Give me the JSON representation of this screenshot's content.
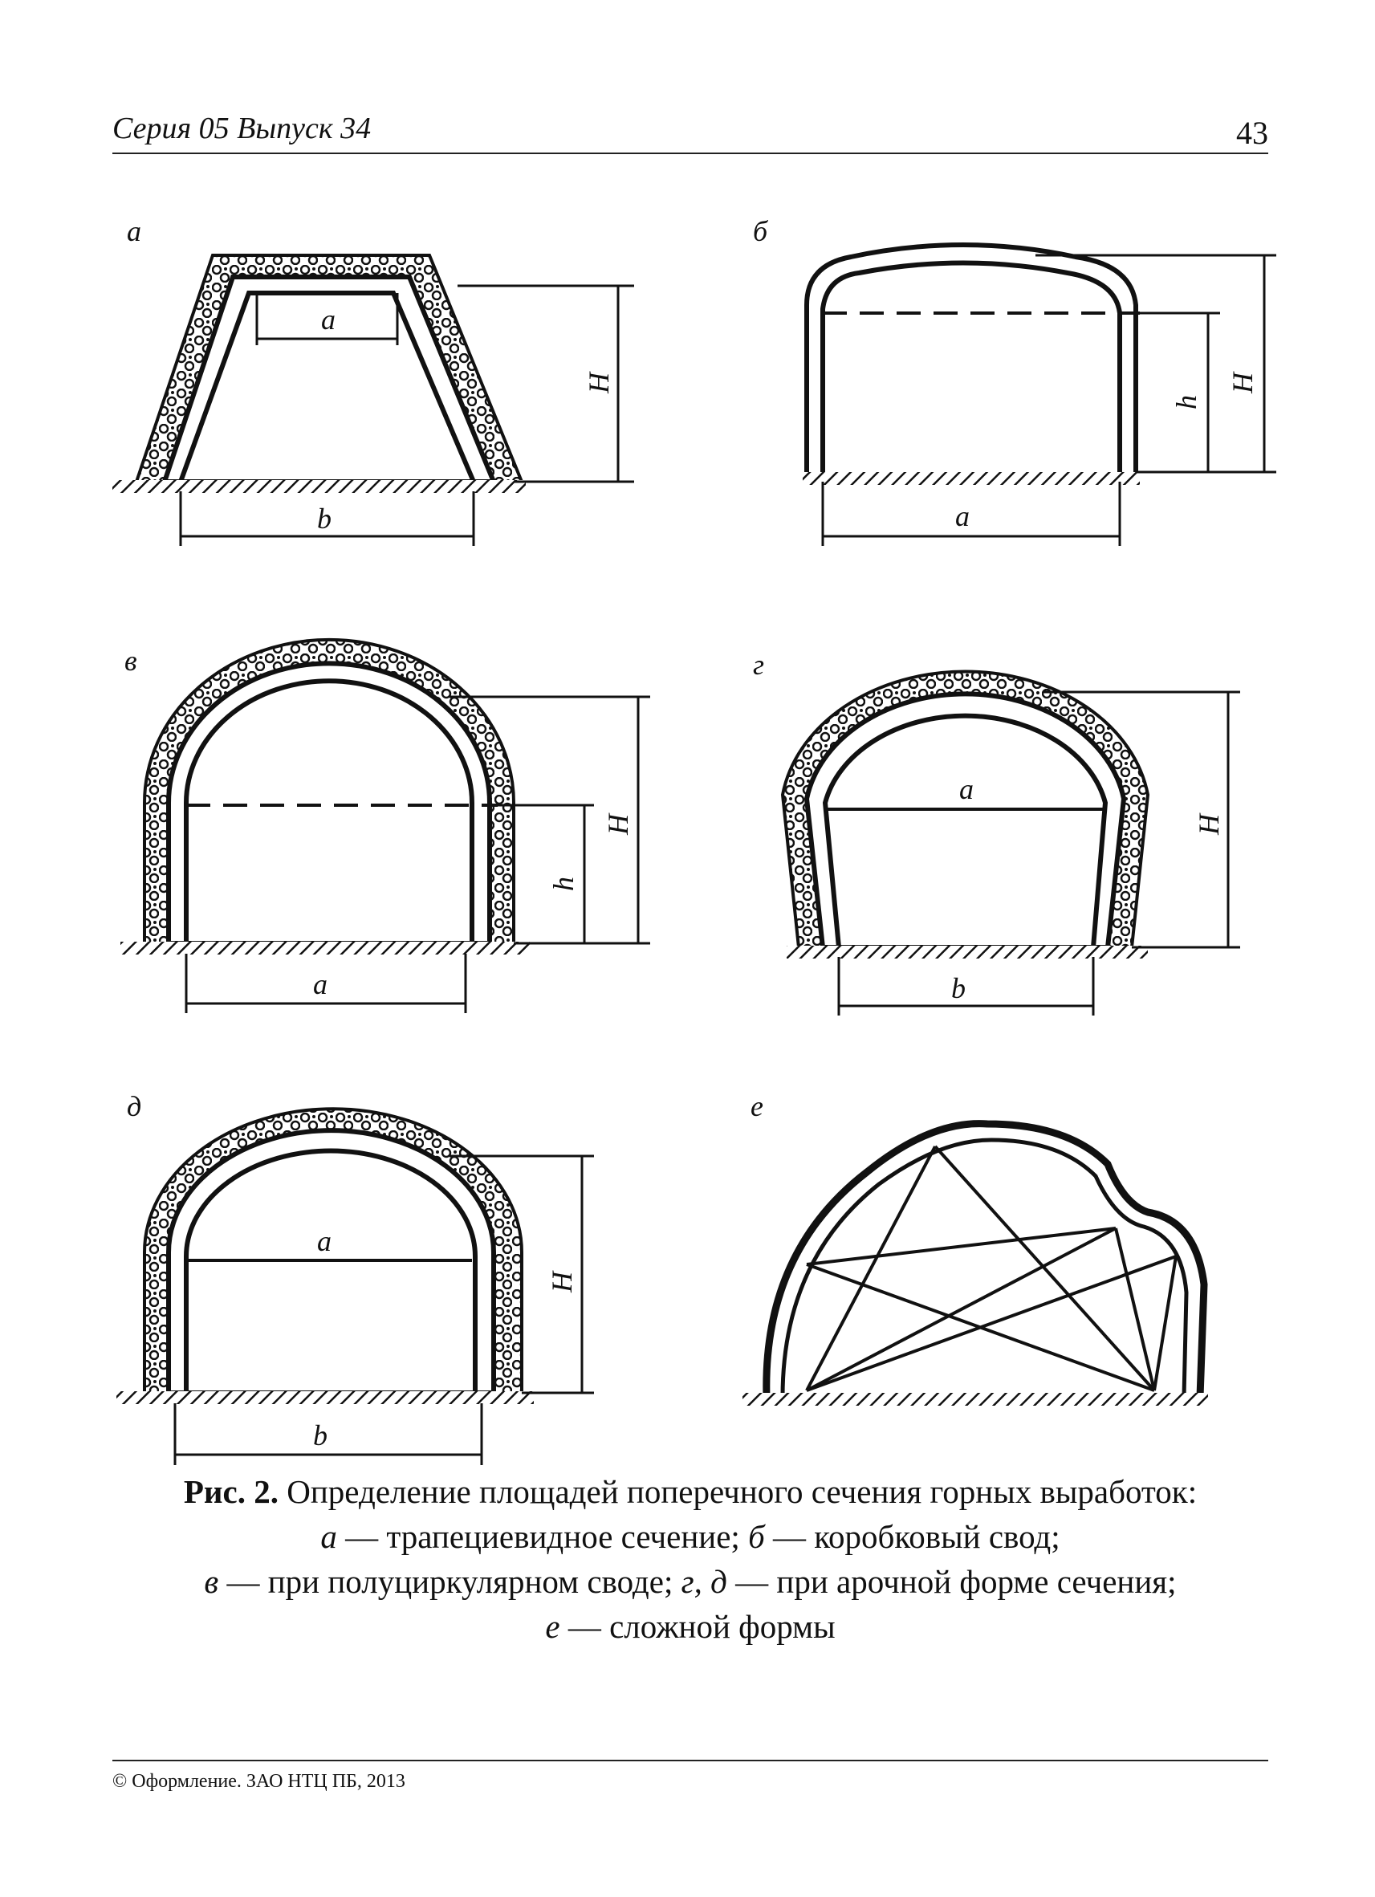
{
  "header": {
    "series": "Серия 05  Выпуск 34",
    "page_number": "43"
  },
  "figures": {
    "a": {
      "letter": "а",
      "labels": [
        "a",
        "H",
        "b"
      ]
    },
    "b": {
      "letter": "б",
      "labels": [
        "h",
        "H",
        "a"
      ]
    },
    "v": {
      "letter": "в",
      "labels": [
        "H",
        "h",
        "a"
      ]
    },
    "g": {
      "letter": "г",
      "labels": [
        "a",
        "H",
        "b"
      ]
    },
    "d": {
      "letter": "д",
      "labels": [
        "a",
        "H",
        "b"
      ]
    },
    "e": {
      "letter": "е"
    }
  },
  "caption": {
    "lead": "Рис. 2.",
    "title": " Определение площадей поперечного сечения горных выработок:",
    "l1_a": "а",
    "l1_a_text": " — трапециевидное сечение; ",
    "l1_b": "б",
    "l1_b_text": " — коробковый свод;",
    "l2_v": "в",
    "l2_v_text": " — при полуциркулярном своде; ",
    "l2_gd": "г, д",
    "l2_gd_text": " — при арочной форме сечения;",
    "l3_e": "е",
    "l3_e_text": " — сложной формы"
  },
  "footer": {
    "copyright": "© Оформление. ЗАО НТЦ ПБ, 2013"
  }
}
